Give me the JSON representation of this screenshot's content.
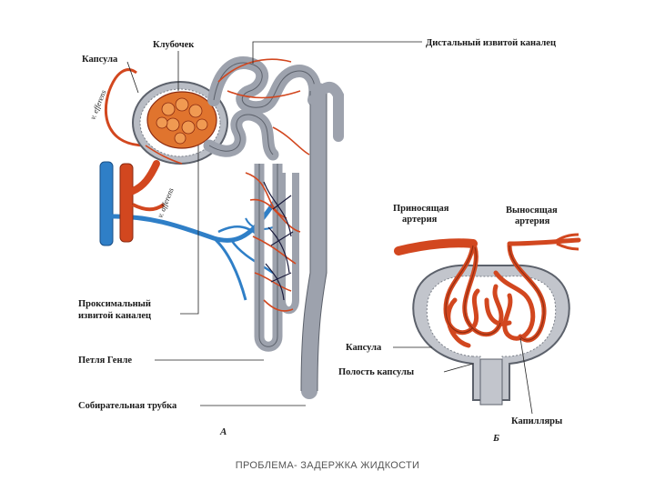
{
  "figure_a": {
    "labels": {
      "glomerulus": "Клубочек",
      "capsule": "Капсула",
      "v_efferens": "v. efferens",
      "v_afferens": "v. afferens",
      "distal_tubule": "Дистальный извитой каналец",
      "proximal_line1": "Проксимальный",
      "proximal_line2": "извитой каналец",
      "henle_loop": "Петля Генле",
      "collecting_duct": "Собирательная трубка"
    },
    "letter": "А"
  },
  "figure_b": {
    "labels": {
      "afferent_line1": "Приносящая",
      "afferent_line2": "артерия",
      "efferent_line1": "Выносящая",
      "efferent_line2": "артерия",
      "capsule": "Капсула",
      "capsule_cavity": "Полость капсулы",
      "capillaries": "Капилляры"
    },
    "letter": "Б"
  },
  "caption": "ПРОБЛЕМА- ЗАДЕРЖКА ЖИДКОСТИ",
  "colors": {
    "artery": "#d2471f",
    "vein": "#2f7fc7",
    "tubule": "#9da2ad",
    "tubule_edge": "#5c616b",
    "glomerulus_fill": "#e0742e"
  }
}
